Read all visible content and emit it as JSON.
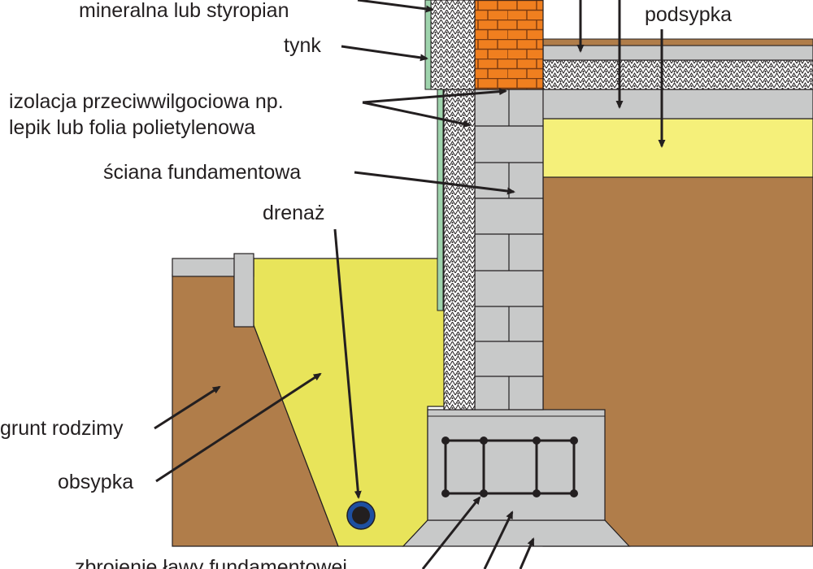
{
  "labels": {
    "insulation": "mineralna lub styropian",
    "plaster": "tynk",
    "damp_proof_line1": "izolacja przeciwwilgociowa np.",
    "damp_proof_line2": "lepik lub folia polietylenowa",
    "foundation_wall": "ściana fundamentowa",
    "drainage": "drenaż",
    "native_soil": "grunt rodzimy",
    "backfill": "obsypka",
    "footing_reinforcement": "zbrojenie ławy fundamentowej",
    "sub_base": "podsypka"
  },
  "colors": {
    "soil": "#b07d4a",
    "sand": "#e8e45a",
    "sand_light": "#f5f07a",
    "concrete": "#c8c9c9",
    "brick": "#f07f1f",
    "insulation_fill": "#ffffff",
    "membrane": "#9fd4ad",
    "drain_pipe": "#1e4fa0",
    "line": "#231f20"
  }
}
